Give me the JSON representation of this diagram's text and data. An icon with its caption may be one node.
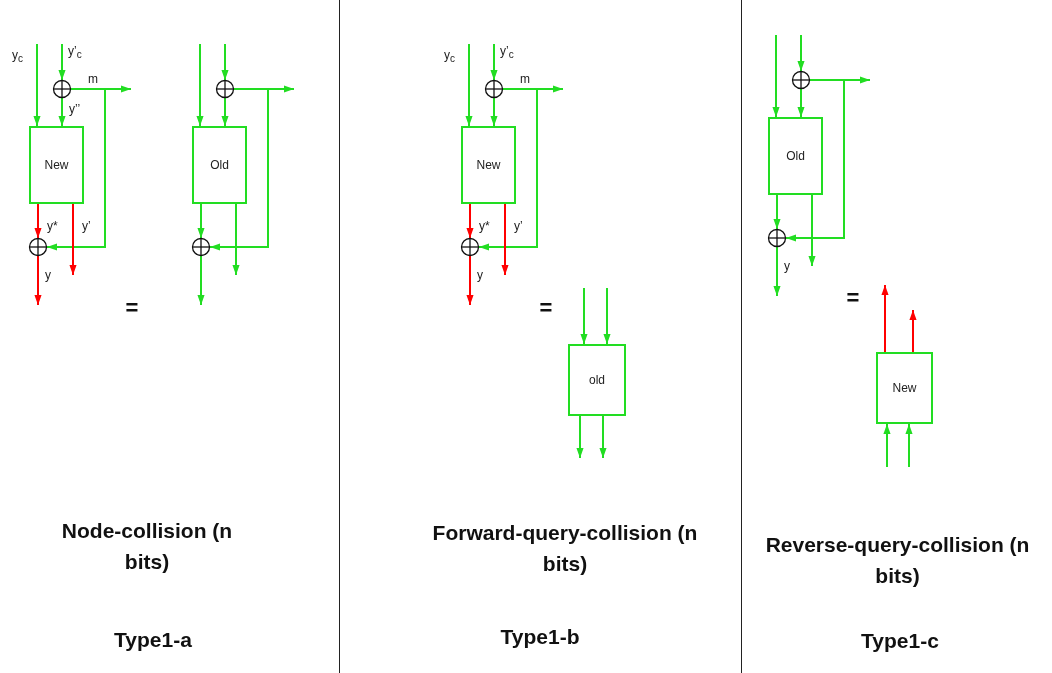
{
  "diagram": {
    "nodes": [
      {
        "text": [
          "New"
        ]
      },
      {
        "text": [],
        "shape": "circle"
      },
      {
        "text": [],
        "shape": "circle"
      },
      {
        "text": [
          "Old"
        ]
      },
      {
        "text": [],
        "shape": "circle"
      },
      {
        "text": [],
        "shape": "circle"
      },
      {
        "text": [
          "New"
        ]
      },
      {
        "text": [],
        "shape": "circle"
      },
      {
        "text": [],
        "shape": "circle"
      },
      {
        "text": [
          "old"
        ]
      },
      {
        "text": [
          "Old"
        ]
      },
      {
        "text": [],
        "shape": "circle"
      },
      {
        "text": [],
        "shape": "circle"
      },
      {
        "text": [
          "New"
        ]
      }
    ],
    "edges": [
      {
        "from": null,
        "to": 0,
        "arrow": "to",
        "label": "y$_{c}$"
      },
      {
        "from": null,
        "to": 1,
        "arrow": "to",
        "label": "y’$_{c}$"
      },
      {
        "from": 1,
        "to": 0,
        "arrow": "to",
        "label": "y’’"
      },
      {
        "from": 1,
        "to": null,
        "arrow": "to",
        "label": "m"
      },
      {
        "from": 1,
        "to": 2,
        "arrow": "to"
      },
      {
        "from": 0,
        "to": 2,
        "arrow": "to",
        "label": "y*",
        "color": "#ff0000"
      },
      {
        "from": 0,
        "to": null,
        "arrow": "to",
        "label": "y’",
        "color": "#ff0000"
      },
      {
        "from": 2,
        "to": null,
        "arrow": "to",
        "label": "y",
        "color": "#ff0000"
      },
      {
        "from": null,
        "to": 3,
        "arrow": "to"
      },
      {
        "from": null,
        "to": 4,
        "arrow": "to"
      },
      {
        "from": 4,
        "to": 3,
        "arrow": "to"
      },
      {
        "from": 4,
        "to": null,
        "arrow": "to"
      },
      {
        "from": 4,
        "to": 5,
        "arrow": "to"
      },
      {
        "from": 3,
        "to": 5,
        "arrow": "to"
      },
      {
        "from": 3,
        "to": null,
        "arrow": "to"
      },
      {
        "from": 5,
        "to": null,
        "arrow": "to"
      },
      {
        "from": null,
        "to": 6,
        "arrow": "to",
        "label": "y$_{c}$"
      },
      {
        "from": null,
        "to": 7,
        "arrow": "to",
        "label": "y’$_{c}$"
      },
      {
        "from": 7,
        "to": 6,
        "arrow": "to"
      },
      {
        "from": 7,
        "to": null,
        "arrow": "to",
        "label": "m"
      },
      {
        "from": 7,
        "to": 8,
        "arrow": "to"
      },
      {
        "from": 6,
        "to": 8,
        "arrow": "to",
        "label": "y*",
        "color": "#ff0000"
      },
      {
        "from": 6,
        "to": null,
        "arrow": "to",
        "label": "y’",
        "color": "#ff0000"
      },
      {
        "from": 8,
        "to": null,
        "arrow": "to",
        "label": "y",
        "color": "#ff0000"
      },
      {
        "from": null,
        "to": 9,
        "arrow": "to"
      },
      {
        "from": null,
        "to": 9,
        "arrow": "to"
      },
      {
        "from": 9,
        "to": null,
        "arrow": "to"
      },
      {
        "from": 9,
        "to": null,
        "arrow": "to"
      },
      {
        "from": null,
        "to": 10,
        "arrow": "to"
      },
      {
        "from": null,
        "to": 11,
        "arrow": "to"
      },
      {
        "from": 11,
        "to": 10,
        "arrow": "to"
      },
      {
        "from": 11,
        "to": null,
        "arrow": "to"
      },
      {
        "from": 11,
        "to": 12,
        "arrow": "to"
      },
      {
        "from": 10,
        "to": 12,
        "arrow": "to"
      },
      {
        "from": 10,
        "to": null,
        "arrow": "to"
      },
      {
        "from": 12,
        "to": null,
        "arrow": "to",
        "label": "y"
      },
      {
        "from": null,
        "to": 13,
        "arrow": "to"
      },
      {
        "from": null,
        "to": 13,
        "arrow": "to"
      },
      {
        "from": 13,
        "to": null,
        "arrow": "to",
        "color": "#ff0000"
      },
      {
        "from": 13,
        "to": null,
        "arrow": "to",
        "color": "#ff0000"
      }
    ],
    "labels": [
      "=",
      "=",
      "=",
      "Node-collision (n bits)",
      "Forward-query-collision (n bits)",
      "Reverse-query-collision (n bits)",
      "Type1-a",
      "Type1-b",
      "Type1-c"
    ]
  }
}
